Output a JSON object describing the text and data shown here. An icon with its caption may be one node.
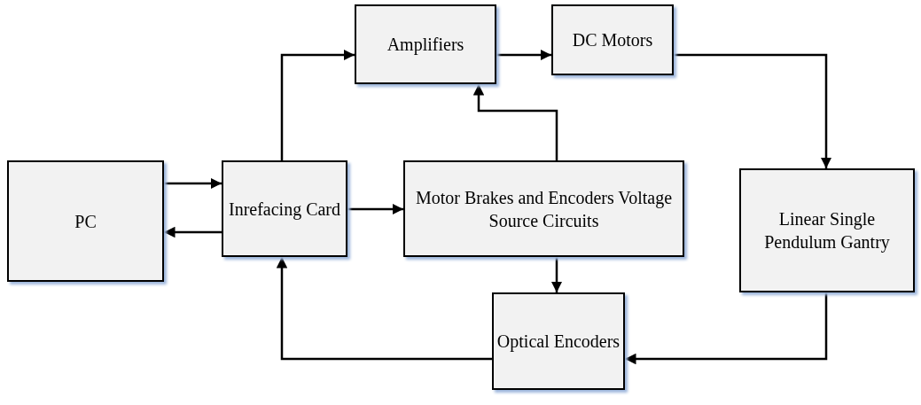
{
  "diagram": {
    "nodes": [
      {
        "text": [
          "PC"
        ]
      },
      {
        "text": [
          "Inrefacing Card"
        ]
      },
      {
        "text": [
          "Amplifiers"
        ]
      },
      {
        "text": [
          "DC Motors"
        ]
      },
      {
        "text": [
          "Motor Brakes and Encoders Voltage Source Circuits"
        ]
      },
      {
        "text": [
          "Linear Single Pendulum Gantry"
        ]
      },
      {
        "text": [
          "Optical Encoders"
        ]
      }
    ],
    "edges": [
      {
        "from": 0,
        "to": 1,
        "arrow": "to"
      },
      {
        "from": 1,
        "to": 0,
        "arrow": "to"
      },
      {
        "from": 1,
        "to": 2,
        "arrow": "to"
      },
      {
        "from": 2,
        "to": 3,
        "arrow": "to"
      },
      {
        "from": 3,
        "to": 5,
        "arrow": "to"
      },
      {
        "from": 1,
        "to": 4,
        "arrow": "to"
      },
      {
        "from": 4,
        "to": 2,
        "arrow": "to"
      },
      {
        "from": 4,
        "to": 6,
        "arrow": "to"
      },
      {
        "from": 5,
        "to": 6,
        "arrow": "to"
      },
      {
        "from": 6,
        "to": 1,
        "arrow": "to"
      }
    ]
  }
}
